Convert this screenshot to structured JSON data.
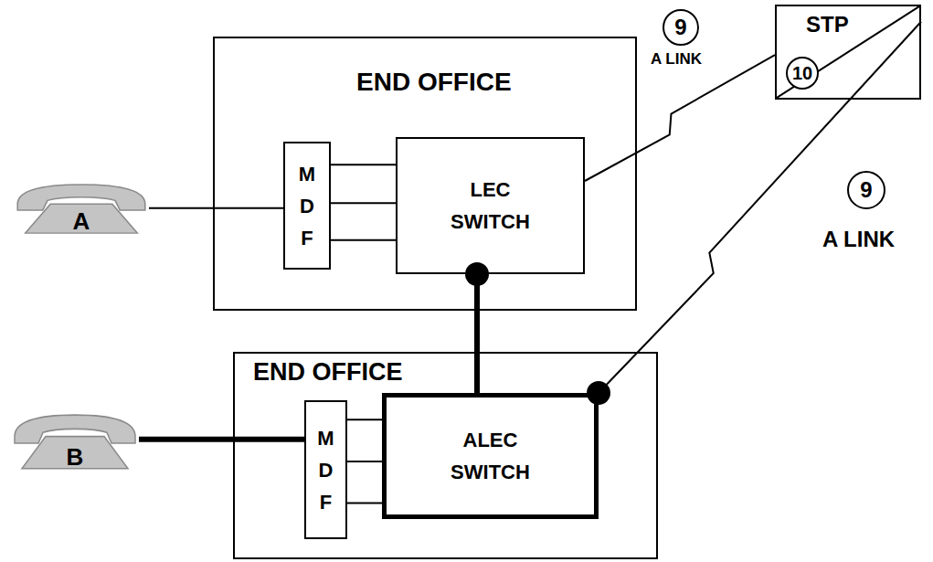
{
  "diagram": {
    "nodes": [
      {
        "text": [
          "STP"
        ]
      },
      {
        "text": [
          "END OFFICE"
        ]
      },
      {
        "text": [
          "M D F"
        ],
        "in": 1
      },
      {
        "text": [
          "LEC SWITCH"
        ],
        "in": 1
      },
      {
        "text": [
          "A"
        ]
      },
      {
        "text": [
          "END OFFICE"
        ]
      },
      {
        "text": [
          "M D F"
        ],
        "in": 5
      },
      {
        "text": [
          "ALEC SWITCH"
        ],
        "in": 5
      },
      {
        "text": [
          "B"
        ]
      }
    ],
    "edges": [
      {
        "from": 4,
        "to": 2,
        "arrow": "none"
      },
      {
        "from": 2,
        "to": 3,
        "arrow": "none"
      },
      {
        "from": 2,
        "to": 3,
        "arrow": "none"
      },
      {
        "from": 2,
        "to": 3,
        "arrow": "none"
      },
      {
        "from": 3,
        "to": 0,
        "arrow": "none"
      },
      {
        "from": 3,
        "to": 7,
        "arrow": "none"
      },
      {
        "from": 7,
        "to": 0,
        "arrow": "none"
      },
      {
        "from": 8,
        "to": 6,
        "arrow": "none"
      },
      {
        "from": 6,
        "to": 7,
        "arrow": "none"
      },
      {
        "from": 6,
        "to": 7,
        "arrow": "none"
      },
      {
        "from": 6,
        "to": 7,
        "arrow": "none"
      }
    ],
    "labels": [
      "9",
      "A LINK",
      "10",
      "9",
      "A LINK"
    ]
  }
}
